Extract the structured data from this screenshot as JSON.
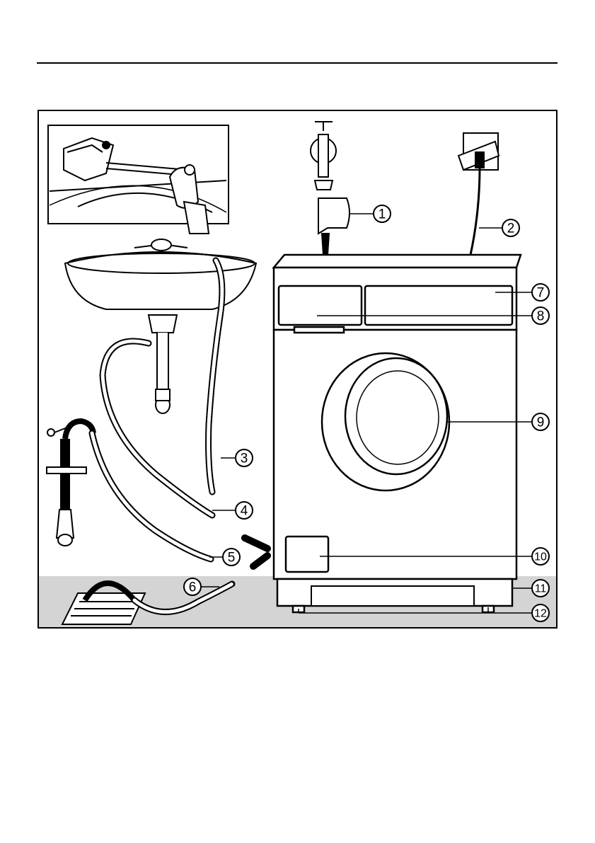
{
  "figure": {
    "callouts": [
      {
        "label": "1"
      },
      {
        "label": "2"
      },
      {
        "label": "3"
      },
      {
        "label": "4"
      },
      {
        "label": "5"
      },
      {
        "label": "6"
      },
      {
        "label": "7"
      },
      {
        "label": "8"
      },
      {
        "label": "9"
      },
      {
        "label": "10"
      },
      {
        "label": "11"
      },
      {
        "label": "12"
      }
    ],
    "colors": {
      "floor": "#d4d4d4",
      "line": "#000000",
      "background": "#ffffff"
    }
  }
}
